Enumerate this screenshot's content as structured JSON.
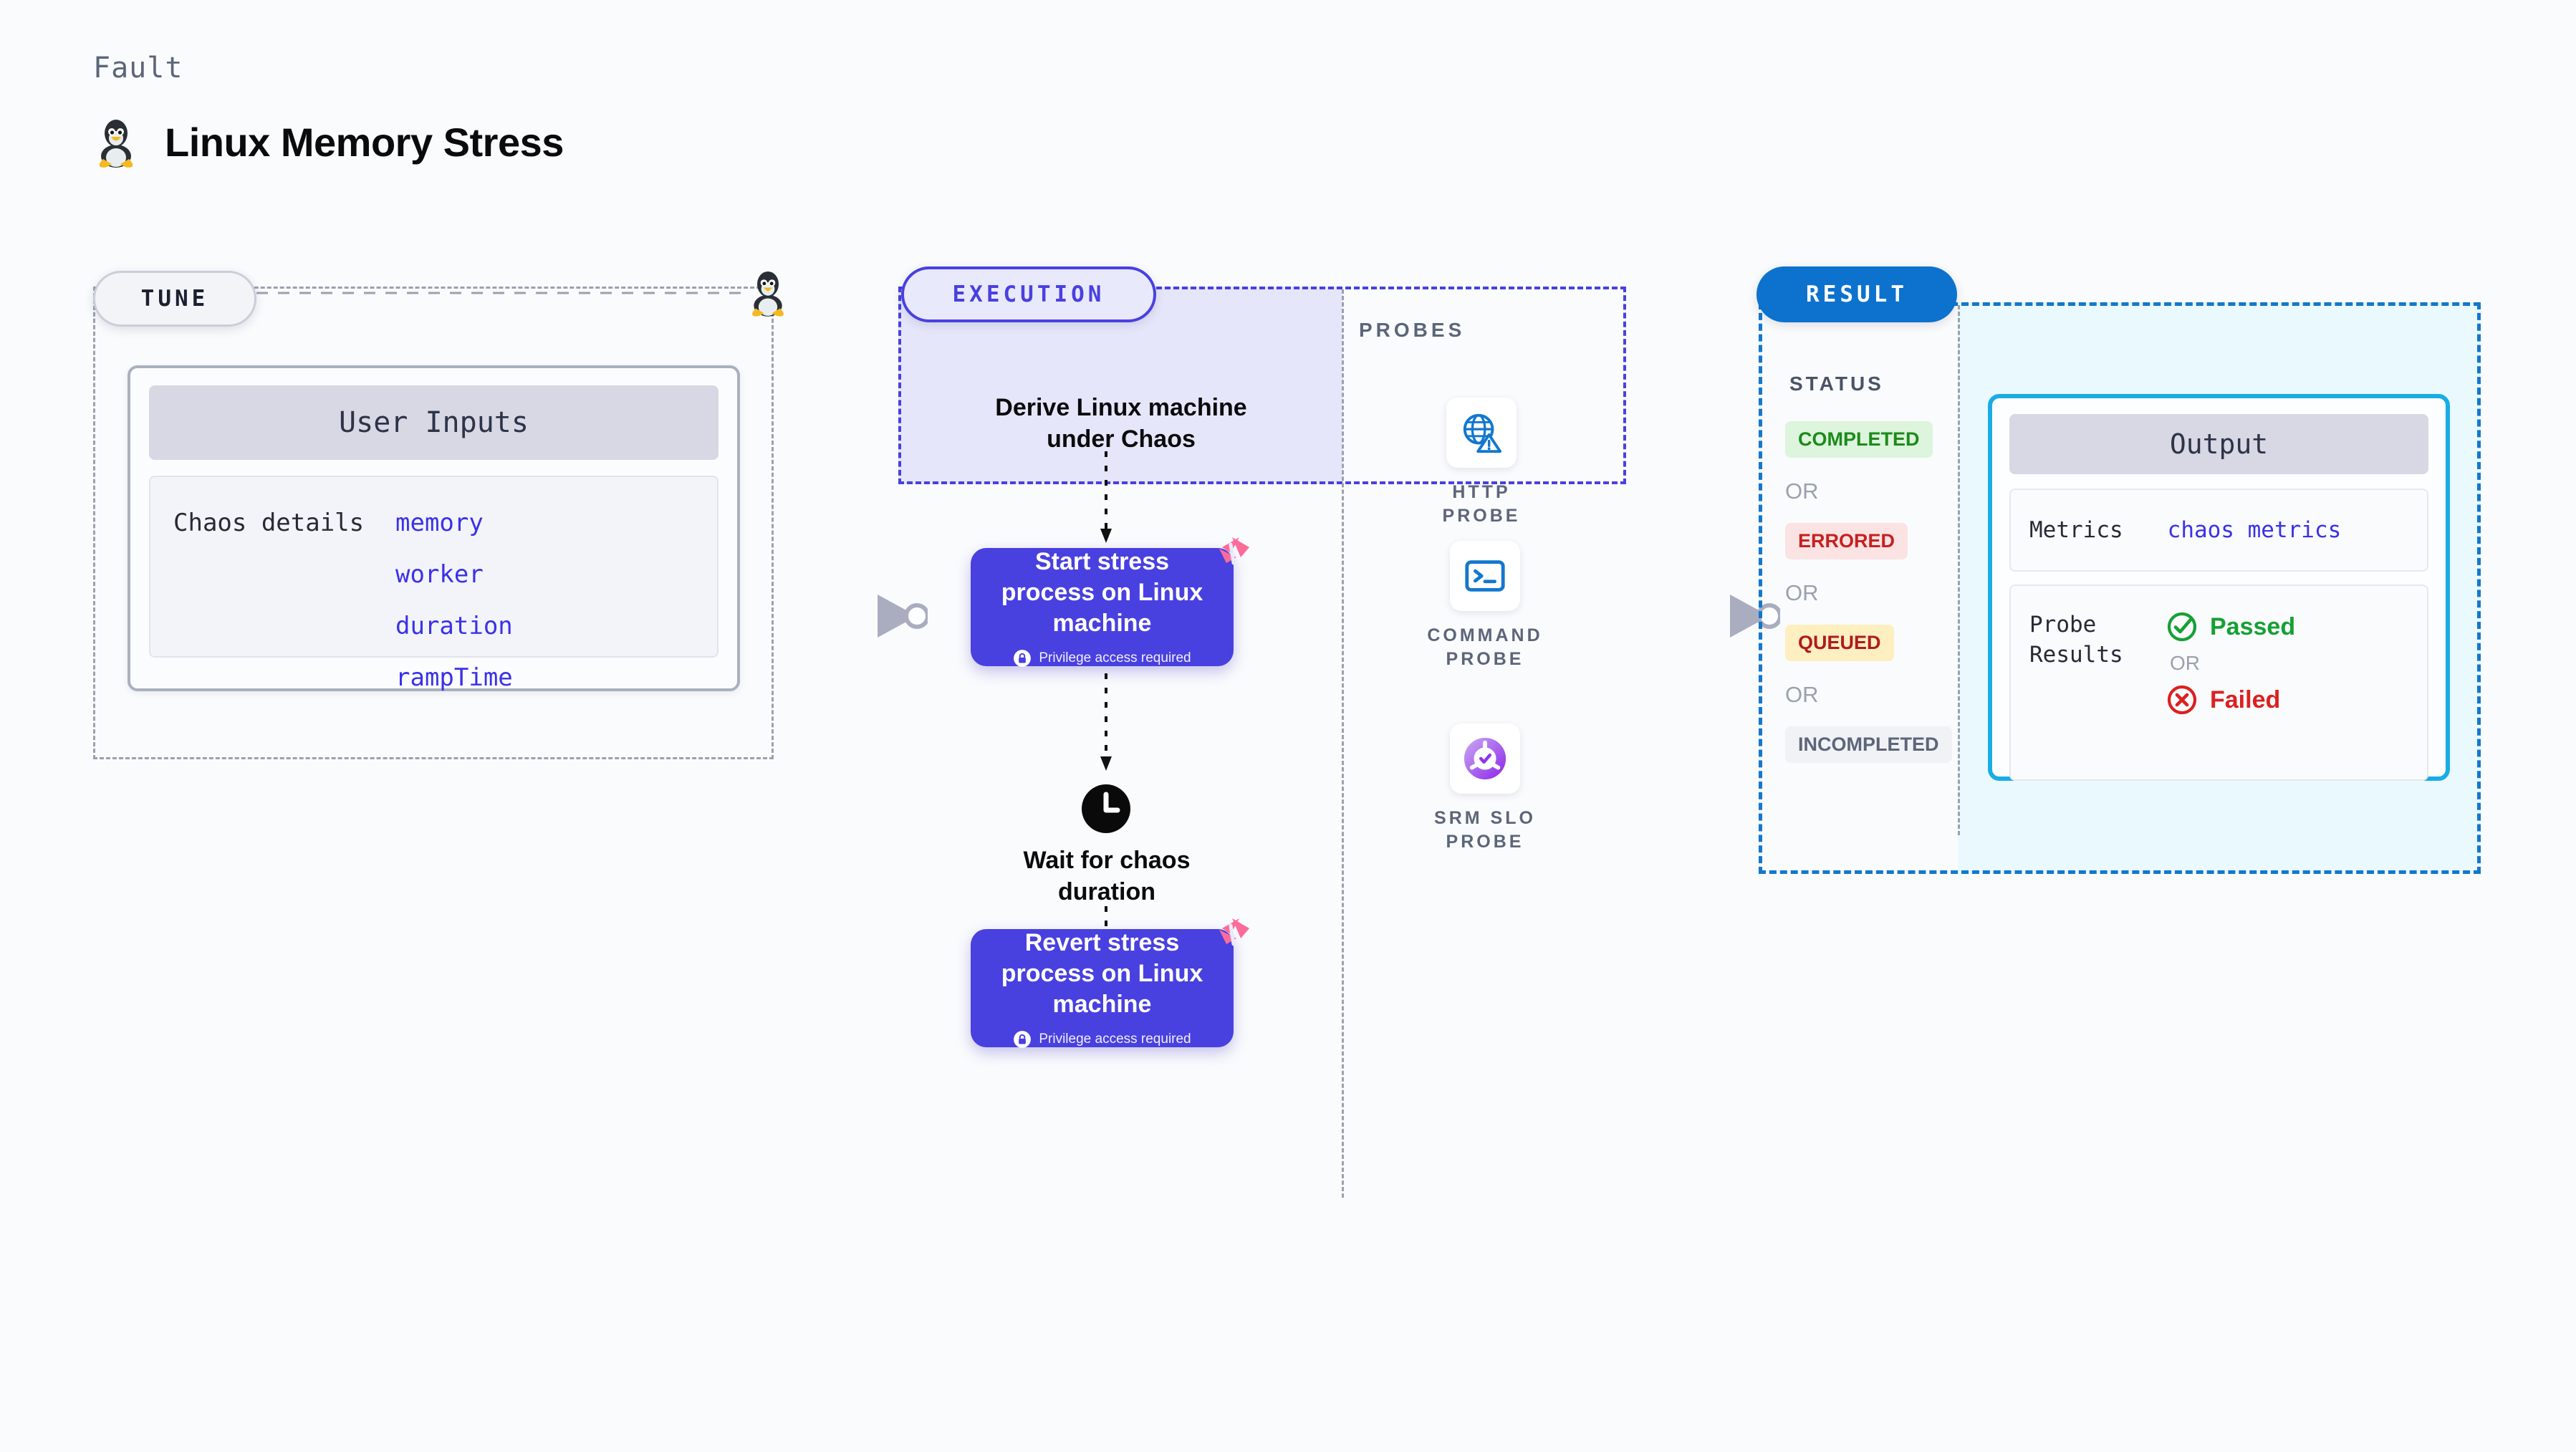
{
  "header": {
    "kicker": "Fault",
    "title": "Linux Memory Stress",
    "icon": "linux-tux-icon"
  },
  "tune": {
    "pill_label": "TUNE",
    "card_title": "User Inputs",
    "details_label": "Chaos details",
    "params": [
      "memory",
      "worker",
      "duration",
      "rampTime"
    ],
    "edge_icon": "linux-tux-icon"
  },
  "execution": {
    "pill_label": "EXECUTION",
    "steps": [
      {
        "title": "Derive Linux machine under Chaos",
        "kind": "text"
      },
      {
        "title": "Start stress process on Linux machine",
        "kind": "card",
        "privilege": "Privilege access required",
        "badge": "harness-logo-icon"
      },
      {
        "title": "Wait for chaos duration",
        "kind": "clock",
        "icon": "clock-icon"
      },
      {
        "title": "Revert stress process on Linux machine",
        "kind": "card",
        "privilege": "Privilege access required",
        "badge": "harness-logo-icon"
      }
    ]
  },
  "probes": {
    "label": "PROBES",
    "items": [
      {
        "label": "HTTP PROBE",
        "icon": "globe-warning-icon"
      },
      {
        "label": "COMMAND PROBE",
        "icon": "terminal-icon"
      },
      {
        "label": "SRM SLO PROBE",
        "icon": "slo-donut-check-icon"
      }
    ]
  },
  "result": {
    "pill_label": "RESULT",
    "status_label": "STATUS",
    "or_label": "OR",
    "statuses": [
      {
        "label": "COMPLETED",
        "color": "#1B8B1B",
        "bg": "#DDF4DD"
      },
      {
        "label": "ERRORED",
        "color": "#C62020",
        "bg": "#FBE3E3"
      },
      {
        "label": "QUEUED",
        "color": "#B11B1B",
        "bg": "#FDEFC0"
      },
      {
        "label": "INCOMPLETED",
        "color": "#5C6579",
        "bg": "#F1F2F6"
      }
    ],
    "output": {
      "title": "Output",
      "metrics_label": "Metrics",
      "metrics_value": "chaos metrics",
      "probe_results_label": "Probe Results",
      "passed_label": "Passed",
      "failed_label": "Failed",
      "or_label": "OR",
      "passed_icon": "check-circle-icon",
      "failed_icon": "x-circle-icon"
    }
  },
  "colors": {
    "page_bg": "#FAFBFD",
    "indigo": "#4940E0",
    "exec_fill": "#E6E6FB",
    "result_blue": "#1278CE",
    "result_fill": "#EAF9FD",
    "output_border": "#19ACE5",
    "harness_pink": "#FB6C9A",
    "connector_gray": "#AAADC0"
  }
}
